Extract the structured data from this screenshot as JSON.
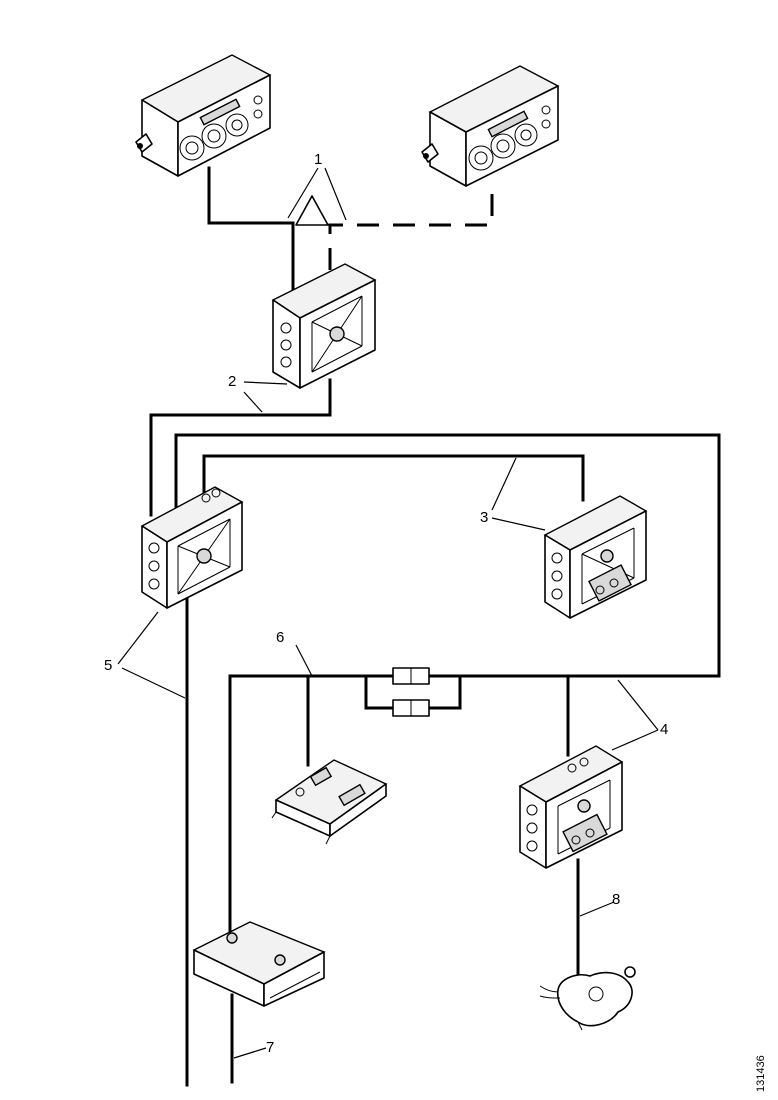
{
  "callouts": {
    "c1": "1",
    "c2": "2",
    "c3": "3",
    "c4": "4",
    "c5": "5",
    "c6": "6",
    "c7": "7",
    "c8": "8"
  },
  "figure_ref": "131436"
}
